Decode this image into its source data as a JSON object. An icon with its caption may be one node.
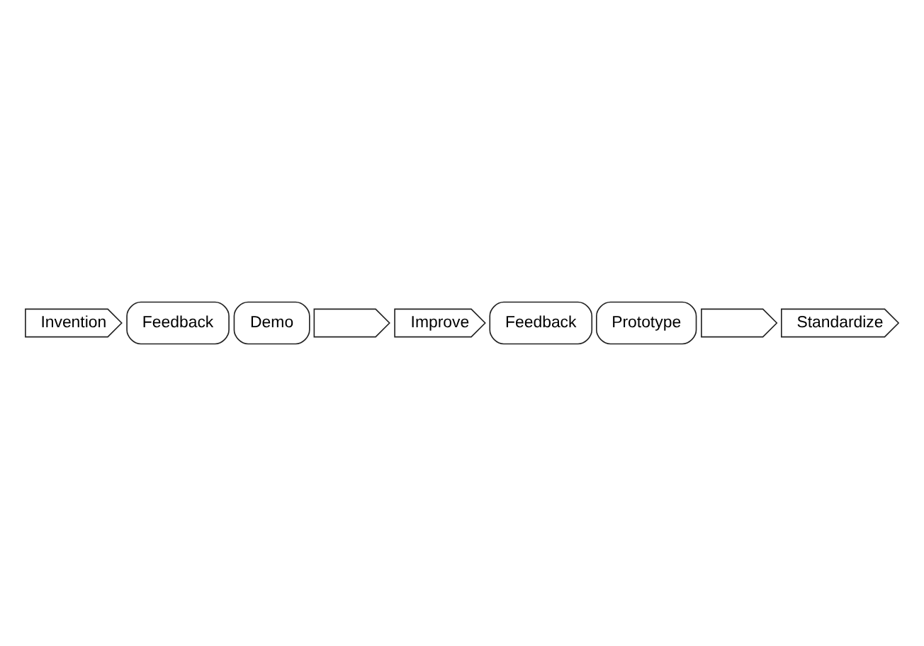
{
  "diagram": {
    "nodes": [
      {
        "text": [
          "Invention"
        ]
      },
      {
        "text": [
          "Feedback"
        ]
      },
      {
        "text": [
          "Demo"
        ]
      },
      {
        "text": [],
        "shape": "arrow"
      },
      {
        "text": [
          "Improve"
        ]
      },
      {
        "text": [
          "Feedback"
        ]
      },
      {
        "text": [
          "Prototype"
        ]
      },
      {
        "text": [],
        "shape": "arrow"
      },
      {
        "text": [
          "Standardize"
        ]
      }
    ]
  }
}
